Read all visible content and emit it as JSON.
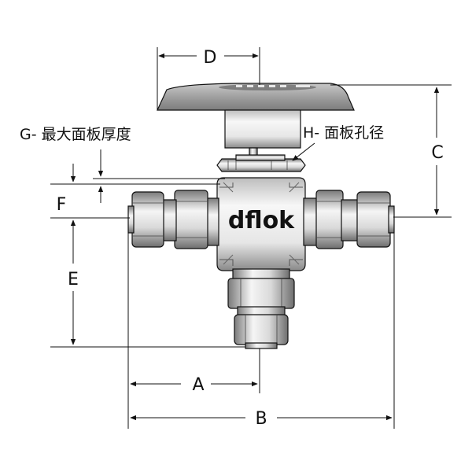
{
  "labels": {
    "dim_a": "A",
    "dim_b": "B",
    "dim_c": "C",
    "dim_d": "D",
    "dim_e": "E",
    "dim_f": "F",
    "dim_g": "G- 最大面板厚度",
    "dim_h": "H- 面板孔径",
    "brand": "dflok"
  },
  "colors": {
    "line": "#111111",
    "metal_dark": "#6b6b6b",
    "metal_light": "#f4f4f4",
    "handle": "#9a9a9a"
  }
}
